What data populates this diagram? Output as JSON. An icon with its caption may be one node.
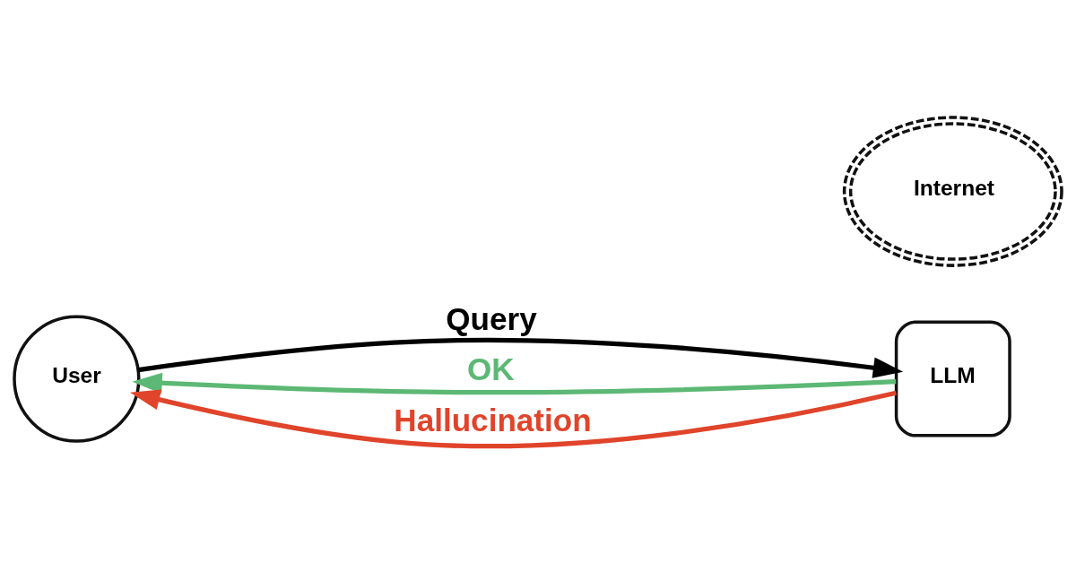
{
  "diagram": {
    "nodes": [
      {
        "text": [
          "User"
        ]
      },
      {
        "text": [
          "LLM"
        ]
      },
      {
        "text": [
          "Internet"
        ]
      }
    ],
    "edges": [
      {
        "from": 0,
        "to": 1,
        "arrow": "to",
        "label": "Query"
      },
      {
        "from": 1,
        "to": 0,
        "arrow": "to",
        "label": "OK",
        "color": "#5cb874"
      },
      {
        "from": 1,
        "to": 0,
        "arrow": "to",
        "label": "Hallucination",
        "color": "#e0442a"
      }
    ]
  }
}
